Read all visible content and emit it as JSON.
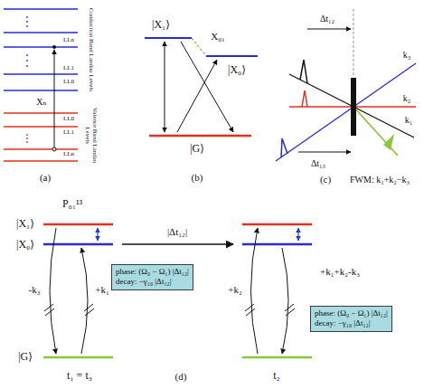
{
  "diagram": {
    "nodes": [
      {
        "text": [
          "phase: (Ω₀ − Ω₁) |Δt₁₂|",
          "decay: −γ₁₀ |Δt₁₂|"
        ]
      },
      {
        "text": [
          "phase: (Ω₀ − Ω₁) |Δt₁₂|",
          "decay: −γ₁₀ |Δt₁₂|"
        ]
      }
    ],
    "labels": [
      "Conduction Band Landau Levels",
      "LLn",
      "LL1",
      "LL0",
      "Xₙ",
      "LL0",
      "LL1",
      "LLn",
      "Valence Band Landau Levels",
      "(a)",
      "|X₁⟩",
      "X₀₁",
      "|X₀⟩",
      "|G⟩",
      "(b)",
      "Δt₁₂",
      "Δt₁₃",
      "k₃",
      "k₂",
      "k₁",
      "FWM: k₁+k₂−k₃",
      "(c)",
      "P₀₁¹³",
      "|X₁⟩",
      "|X₀⟩",
      "|G⟩",
      "-k₃",
      "+k₁",
      "t₁ = t₃",
      "|Δt₁₂|",
      "+k₂",
      "+k₁+k₂-k₃",
      "t₂",
      "(d)"
    ]
  }
}
